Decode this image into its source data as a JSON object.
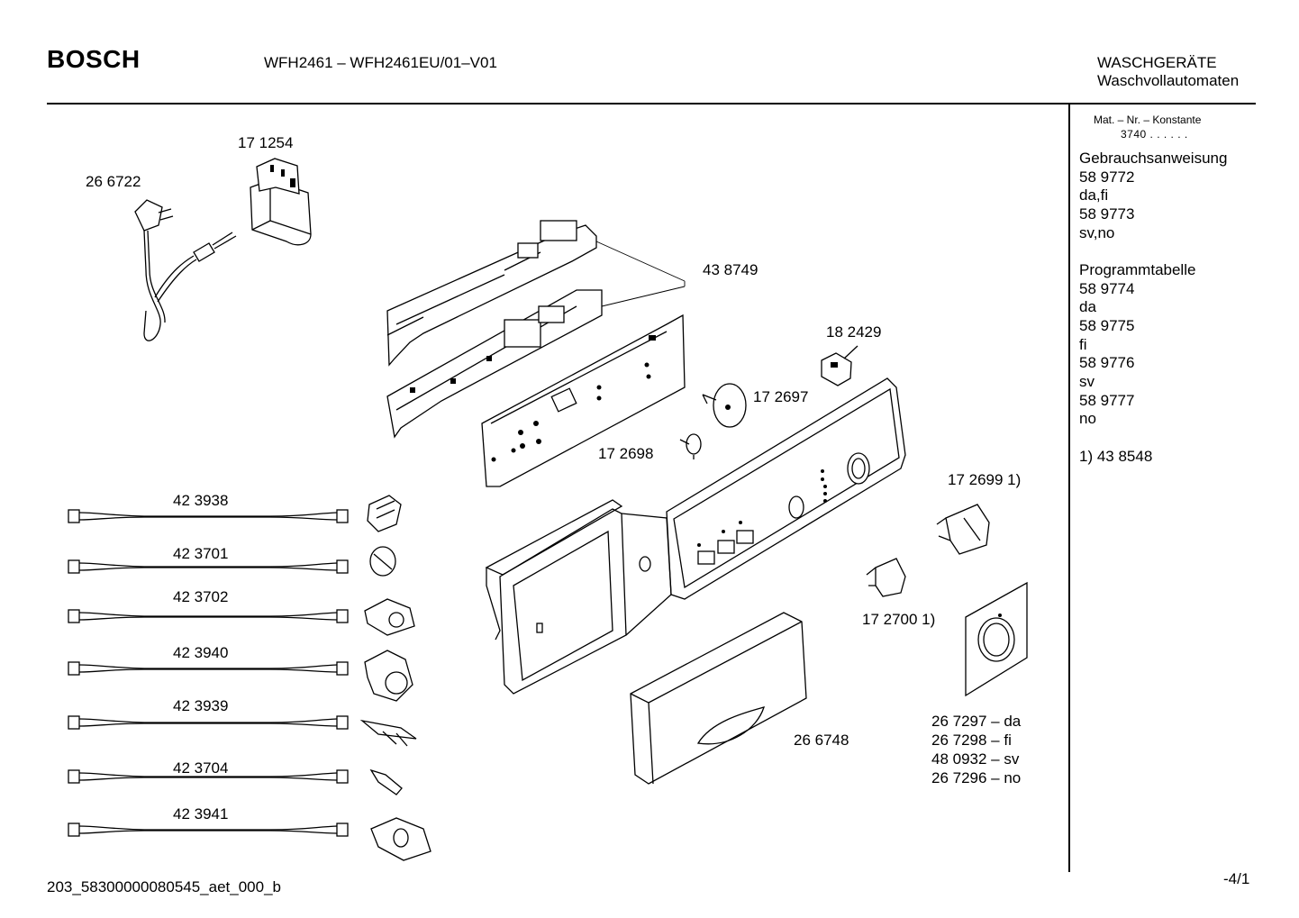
{
  "header": {
    "brand": "BOSCH",
    "model": "WFH2461 – WFH2461EU/01–V01",
    "category_line1": "WASCHGERÄTE",
    "category_line2": "Waschvollautomaten"
  },
  "sidebar": {
    "mat_label": "Mat. – Nr. – Konstante",
    "mat_value": "3740 . . . . . .",
    "lines": [
      "Gebrauchsanweisung",
      "58 9772",
      "da,fi",
      "58 9773",
      "sv,no",
      "",
      "Programmtabelle",
      "58 9774",
      "da",
      "58 9775",
      "fi",
      "58 9776",
      "sv",
      "58 9777",
      "no",
      "",
      "1) 43 8548"
    ]
  },
  "parts": {
    "p266722": "26 6722",
    "p171254": "17 1254",
    "p438749": "43 8749",
    "p182429": "18 2429",
    "p172697": "17 2697",
    "p172698": "17 2698",
    "p172699": "17 2699 1)",
    "p172700": "17 2700 1)",
    "p266748": "26 6748",
    "variants": [
      "26 7297 – da",
      "26 7298 – fi",
      "48 0932 – sv",
      "26 7296 – no"
    ],
    "harnesses": [
      "42 3938",
      "42 3701",
      "42 3702",
      "42 3940",
      "42 3939",
      "42 3704",
      "42 3941"
    ]
  },
  "footer": {
    "doc_id": "203_58300000080545_aet_000_b",
    "page": "-4/1"
  }
}
